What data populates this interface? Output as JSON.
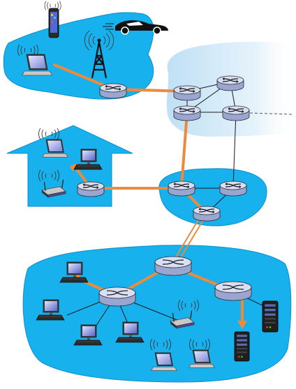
{
  "diagram": {
    "kind": "network-topology",
    "labels": [],
    "colors": {
      "region_fill": "#17b1ee",
      "region_edge": "#0b8fd0",
      "isp_fill": "#cfe8f8",
      "backbone_link": "#ee8a3c",
      "plain_link": "#1a1a1a",
      "router_top": "#d6dcf2",
      "router_side": "#9aa6cf",
      "device_dark": "#222222"
    },
    "regions": [
      {
        "id": "mobile-network",
        "type": "mobile"
      },
      {
        "id": "global-isp",
        "type": "isp"
      },
      {
        "id": "home-network",
        "type": "home"
      },
      {
        "id": "regional-isp",
        "type": "isp"
      },
      {
        "id": "enterprise-network",
        "type": "enterprise"
      }
    ],
    "device_icons": [
      "smartphone-icon",
      "car-icon",
      "laptop-icon",
      "cell-tower-icon",
      "router-icon",
      "wireless-access-point-icon",
      "desktop-pc-icon",
      "server-icon"
    ]
  }
}
